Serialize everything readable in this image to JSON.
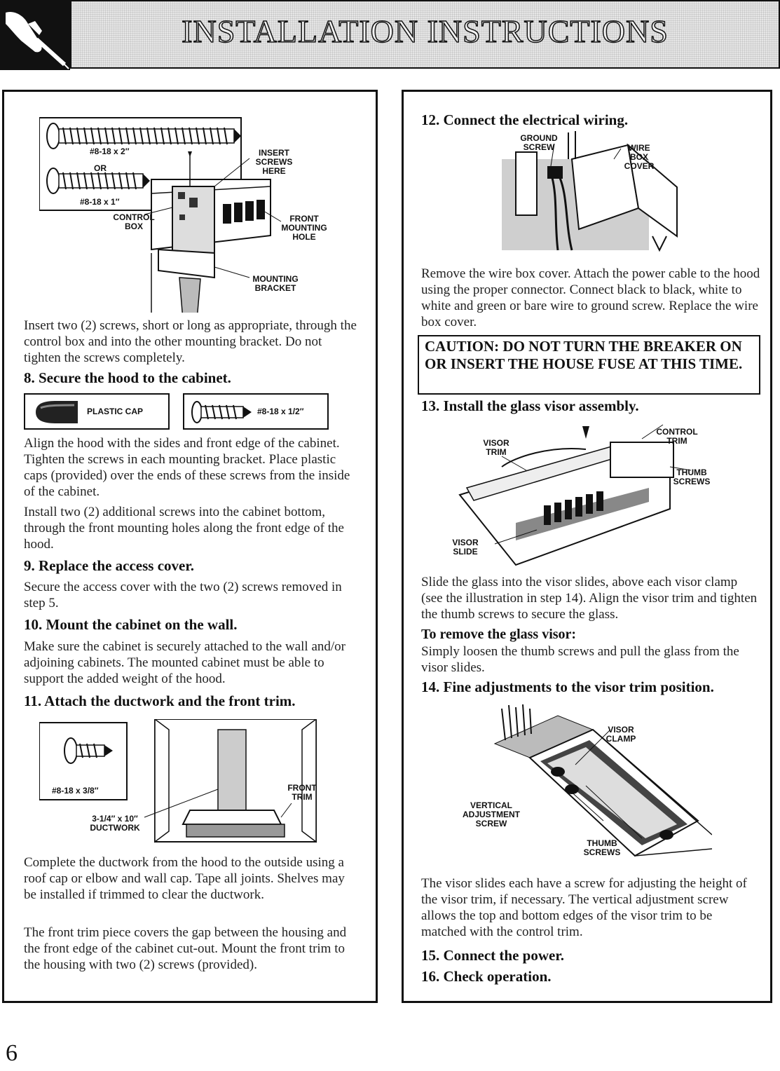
{
  "header": {
    "title": "INSTALLATION INSTRUCTIONS",
    "icon": "hand-with-screwdriver-icon"
  },
  "left": {
    "fig1": {
      "screw_long": "#8-18 x 2″",
      "or": "OR",
      "screw_short": "#8-18 x 1″",
      "insert_screws": "INSERT SCREWS HERE",
      "control_box": "CONTROL BOX",
      "front_mounting_hole": "FRONT MOUNTING HOLE",
      "mounting_bracket": "MOUNTING BRACKET"
    },
    "p1": "Insert two (2) screws, short or long as appropriate, through the control box and into the other mounting bracket. Do not tighten the screws completely.",
    "step8": "8. Secure the hood to the cabinet.",
    "plastic_cap": "PLASTIC CAP",
    "screw_half": "#8-18 x 1/2″",
    "p2": "Align the hood with the sides and front edge of the cabinet. Tighten the screws in each mounting bracket. Place plastic caps (provided) over the ends of these screws from the inside of the cabinet.",
    "p3": "Install two (2) additional screws into the cabinet bottom, through the front mounting holes along the front edge of the hood.",
    "step9": "9. Replace the access cover.",
    "p4": "Secure the access cover with the two (2) screws removed in step 5.",
    "step10": "10. Mount the cabinet on the wall.",
    "p5": "Make sure the cabinet is securely attached to the wall and/or adjoining cabinets. The mounted cabinet must be able to support the added weight of the hood.",
    "step11": "11. Attach the ductwork and the front trim.",
    "fig2": {
      "screw": "#8-18 x 3/8″",
      "ductwork": "3-1/4″ x 10″ DUCTWORK",
      "front_trim": "FRONT TRIM"
    },
    "p6": "Complete the ductwork from the hood to the outside using a roof cap or elbow and wall cap. Tape all joints. Shelves may be installed if trimmed to clear the ductwork.",
    "p7": "The front trim piece covers the gap between the housing and the front edge of the cabinet cut-out. Mount the front trim to the housing with two (2) screws (provided)."
  },
  "right": {
    "step12": "12. Connect the electrical wiring.",
    "fig3": {
      "ground_screw": "GROUND SCREW",
      "wire_box_cover": "WIRE BOX COVER"
    },
    "p1": "Remove the wire box cover. Attach the power cable to the hood using the proper connector. Connect black to black, white to white and green or bare wire to ground screw. Replace the wire box cover.",
    "caution": "CAUTION: DO NOT TURN THE BREAKER ON OR INSERT THE HOUSE FUSE AT THIS TIME.",
    "step13": "13. Install the glass visor assembly.",
    "fig4": {
      "visor_trim": "VISOR TRIM",
      "control_trim": "CONTROL TRIM",
      "thumb_screws": "THUMB SCREWS",
      "visor_slide": "VISOR SLIDE"
    },
    "p2": "Slide the glass into the visor slides, above each visor clamp (see the illustration in step 14). Align the visor trim and tighten the thumb screws to secure the glass.",
    "remove_title": "To remove the glass visor:",
    "p3": "Simply loosen the thumb screws and pull the glass from the visor slides.",
    "step14": "14. Fine adjustments to the visor trim position.",
    "fig5": {
      "visor_clamp": "VISOR CLAMP",
      "vertical_adjustment_screw": "VERTICAL ADJUSTMENT SCREW",
      "thumb_screws": "THUMB SCREWS"
    },
    "p4": "The visor slides each have a screw for adjusting the height of the visor trim, if necessary. The vertical adjustment screw allows the top and bottom edges of the visor trim to be matched with the control trim.",
    "step15": "15. Connect the power.",
    "step16": "16. Check operation."
  },
  "page_number": "6"
}
